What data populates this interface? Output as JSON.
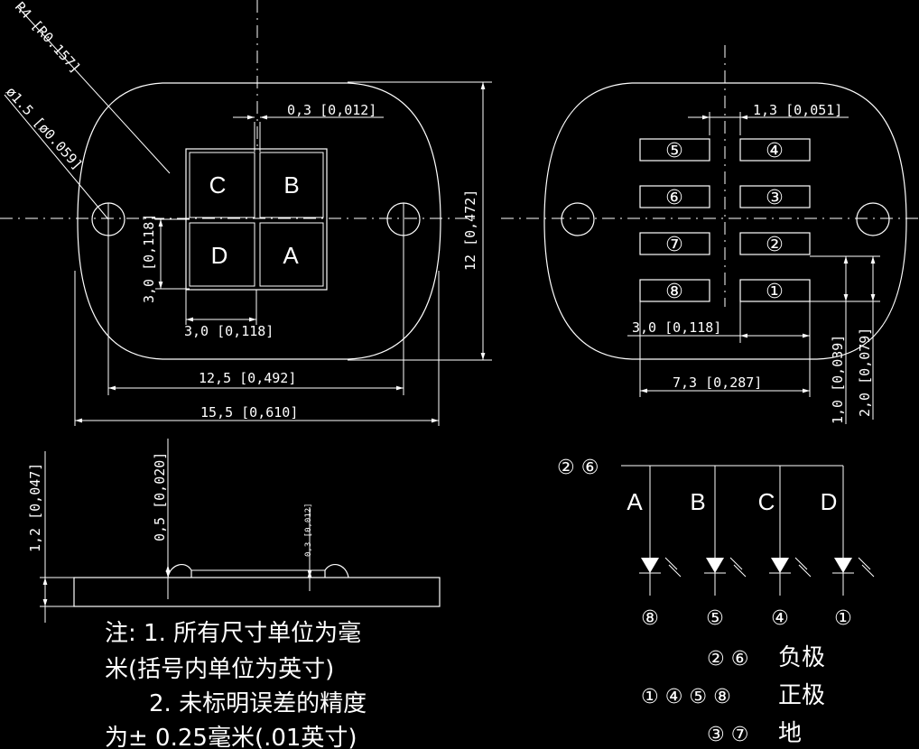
{
  "top_view": {
    "radius_label": "R4 [R0.157]",
    "hole_label": "ø1.5 [ø0.059]",
    "gap_label": "0,3 [0,012]",
    "die_labels": [
      "C",
      "B",
      "D",
      "A"
    ],
    "die_height_label": "3,0 [0,118]",
    "die_width_label": "3,0 [0,118]",
    "height_label": "12 [0,472]",
    "hole_spacing_label": "12,5 [0,492]",
    "width_label": "15,5 [0,610]"
  },
  "bottom_view": {
    "gap_label": "1,3 [0,051]",
    "pads": [
      "⑤",
      "④",
      "⑥",
      "③",
      "⑦",
      "②",
      "⑧",
      "①"
    ],
    "pad_width_label": "3,0 [0,118]",
    "span_label": "7,3 [0,287]",
    "pad_height_label": "1,0 [0,039]",
    "pitch_label": "2,0 [0,079]"
  },
  "side_view": {
    "total_height_label": "1,2 [0,047]",
    "lens_height_label": "0,5 [0,020]",
    "small_label": "0,3 [0,012]"
  },
  "notes": {
    "line1": "注: 1. 所有尺寸单位为毫",
    "line2": "米(括号内单位为英寸)",
    "line3": "2. 未标明误差的精度",
    "line4": "为± 0.25毫米(.01英寸)"
  },
  "schematic": {
    "common_pins": "② ⑥",
    "channels": [
      "A",
      "B",
      "C",
      "D"
    ],
    "bottom_pins": [
      "⑧",
      "⑤",
      "④",
      "①"
    ]
  },
  "legend": {
    "neg_pins": "② ⑥",
    "neg_label": "负极",
    "pos_pins": "① ④ ⑤ ⑧",
    "pos_label": "正极",
    "gnd_pins": "③ ⑦",
    "gnd_label": "地"
  }
}
